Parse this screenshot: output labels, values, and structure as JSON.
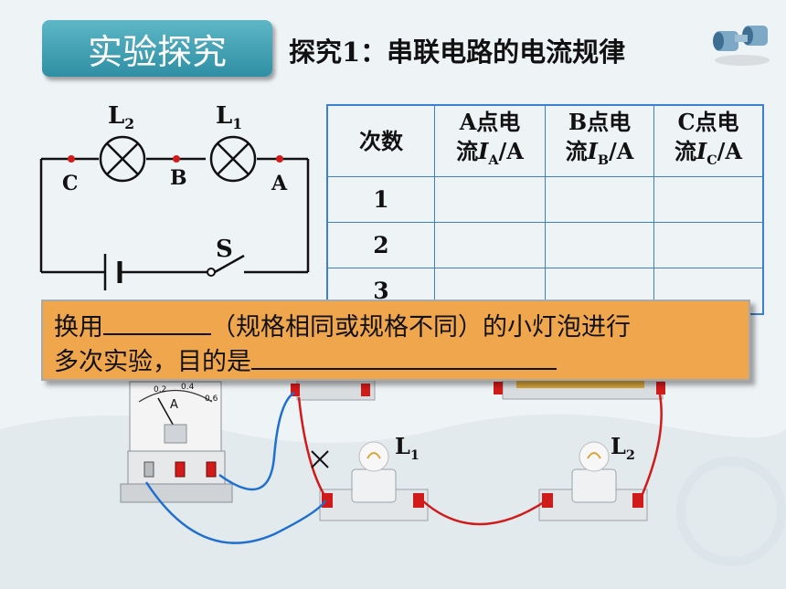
{
  "header": {
    "badge": "实验探究",
    "title": "探究1：串联电路的电流规律"
  },
  "circuit": {
    "lamp2_main": "L",
    "lamp2_sub": "2",
    "lamp1_main": "L",
    "lamp1_sub": "1",
    "point_c": "C",
    "point_b": "B",
    "point_a": "A",
    "switch": "S"
  },
  "table": {
    "col0": "次数",
    "colA_line1": "A点电",
    "colA_pre": "流",
    "colA_var": "I",
    "colA_sub": "A",
    "colA_unit": "/A",
    "colB_line1": "B点电",
    "colB_pre": "流",
    "colB_var": "I",
    "colB_sub": "B",
    "colB_unit": "/A",
    "colC_line1": "C点电",
    "colC_pre": "流",
    "colC_var": "I",
    "colC_sub": "C",
    "colC_unit": "/A",
    "rows": [
      "1",
      "2",
      "3"
    ]
  },
  "callout": {
    "line1_pre": "换用",
    "line1_post": "（规格相同或规格不同）的小灯泡进行",
    "line2_pre": "多次实验，目的是"
  },
  "apparatus": {
    "meter_unit": "A",
    "meter_ticks": [
      "0.2",
      "0.4",
      "0.6"
    ],
    "bulb1_main": "L",
    "bulb1_sub": "1",
    "bulb2_main": "L",
    "bulb2_sub": "2"
  },
  "colors": {
    "accent": "#3d7fd2",
    "badge": "#3a9cb0",
    "callout": "#f0a64d",
    "wire_red": "#d11a1a",
    "wire_blue": "#1e6fd0"
  }
}
